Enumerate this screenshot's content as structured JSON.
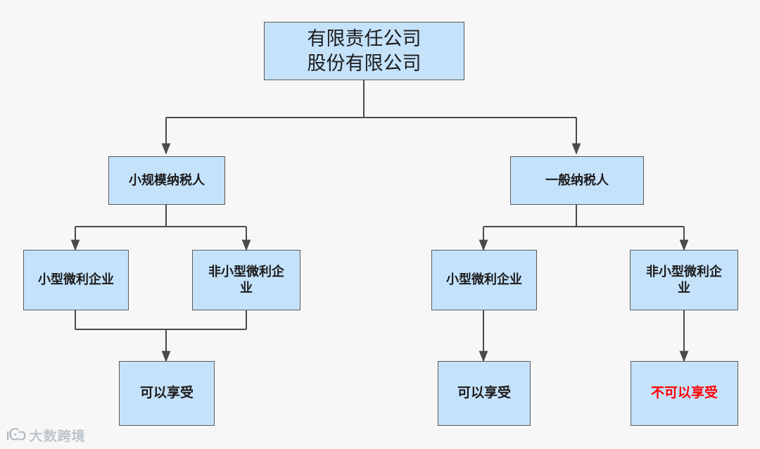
{
  "diagram": {
    "type": "flowchart",
    "title_node": {
      "label": "有限责任公司\n股份有限公司"
    },
    "nodes": [
      {
        "id": "root",
        "label": "有限责任公司\n股份有限公司"
      },
      {
        "id": "small-scale-taxpayer",
        "label": "小规模纳税人"
      },
      {
        "id": "general-taxpayer",
        "label": "一般纳税人"
      },
      {
        "id": "ss-small-profit",
        "label": "小型微利企业"
      },
      {
        "id": "ss-non-small-profit",
        "label": "非小型微利企\n业"
      },
      {
        "id": "gt-small-profit",
        "label": "小型微利企业"
      },
      {
        "id": "gt-non-small-profit",
        "label": "非小型微利企\n业"
      },
      {
        "id": "ss-result",
        "label": "可以享受"
      },
      {
        "id": "gt-result-yes",
        "label": "可以享受"
      },
      {
        "id": "gt-result-no",
        "label": "不可以享受"
      }
    ],
    "edges": [
      {
        "from": "root",
        "to": "small-scale-taxpayer"
      },
      {
        "from": "root",
        "to": "general-taxpayer"
      },
      {
        "from": "small-scale-taxpayer",
        "to": "ss-small-profit"
      },
      {
        "from": "small-scale-taxpayer",
        "to": "ss-non-small-profit"
      },
      {
        "from": "general-taxpayer",
        "to": "gt-small-profit"
      },
      {
        "from": "general-taxpayer",
        "to": "gt-non-small-profit"
      },
      {
        "from": "ss-small-profit",
        "to": "ss-result"
      },
      {
        "from": "ss-non-small-profit",
        "to": "ss-result"
      },
      {
        "from": "gt-small-profit",
        "to": "gt-result-yes"
      },
      {
        "from": "gt-non-small-profit",
        "to": "gt-result-no"
      }
    ],
    "colors": {
      "node_fill": "#c5e2fb",
      "node_border": "#5a5a5a",
      "background": "#f7f7f7",
      "text": "#1b1b1b",
      "danger_text": "#ff0000",
      "edge": "#4a4a4a"
    }
  },
  "watermark": {
    "mark": "ıϾͻ",
    "text": "大数跨境"
  }
}
